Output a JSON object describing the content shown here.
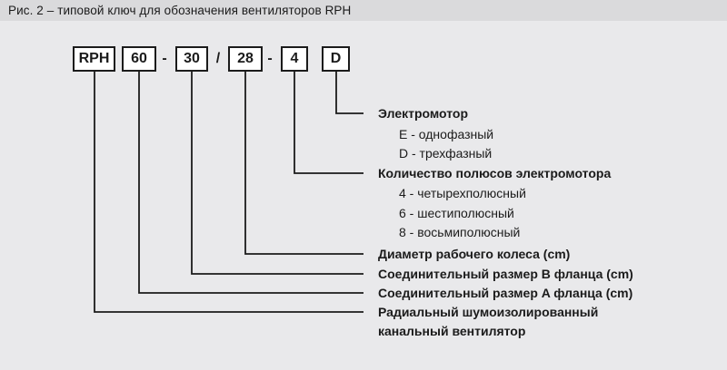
{
  "figure_title": "Рис. 2 – типовой ключ для обозначения вентиляторов RPH",
  "designation": {
    "boxes": [
      {
        "value": "RPH"
      },
      {
        "value": "60"
      },
      {
        "value": "30"
      },
      {
        "value": "28"
      },
      {
        "value": "4"
      },
      {
        "value": "D"
      }
    ],
    "separators": [
      "-",
      "/",
      "-"
    ]
  },
  "legend": [
    {
      "text": "Электромотор"
    },
    {
      "text": "E - однофазный"
    },
    {
      "text": "D - трехфазный"
    },
    {
      "text": "Количество полюсов электромотора"
    },
    {
      "text": "4 - четырехполюсный"
    },
    {
      "text": "6 - шестиполюсный"
    },
    {
      "text": "8 - восьмиполюсный"
    },
    {
      "text": "Диаметр рабочего колеса (cm)"
    },
    {
      "text": "Соединительный размер B фланца (cm)"
    },
    {
      "text": "Соединительный размер A фланца (cm)"
    },
    {
      "text": "Радиальный шумоизолированный"
    },
    {
      "text": "канальный вентилятор"
    }
  ],
  "colors": {
    "background": "#e9e9eb",
    "caption_bar": "#dadadc",
    "line": "#1b1b1b",
    "text": "#1b1b1b",
    "box_background": "#ffffff"
  }
}
